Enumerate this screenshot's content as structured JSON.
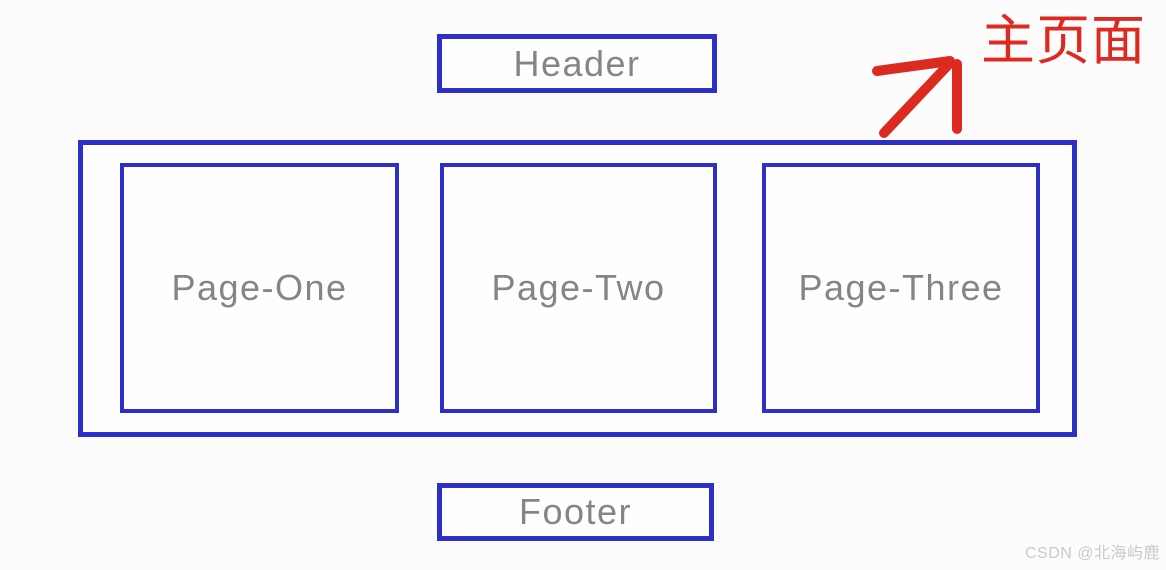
{
  "colors": {
    "canvas_bg": "#fcfcfc",
    "box_bg": "#fefefe",
    "box_border": "#2e2ec8",
    "label_gray": "#858585",
    "annotation_red": "#dd2a20",
    "watermark_gray": "#c9c9c9"
  },
  "diagram": {
    "header": {
      "label": "Header"
    },
    "container": {
      "pages": [
        {
          "label": "Page-One"
        },
        {
          "label": "Page-Two"
        },
        {
          "label": "Page-Three"
        }
      ]
    },
    "footer": {
      "label": "Footer"
    }
  },
  "annotation": {
    "label": "主页面",
    "arrow_icon": "arrow-up-right-icon"
  },
  "watermark": {
    "text": "CSDN @北海屿鹿"
  }
}
